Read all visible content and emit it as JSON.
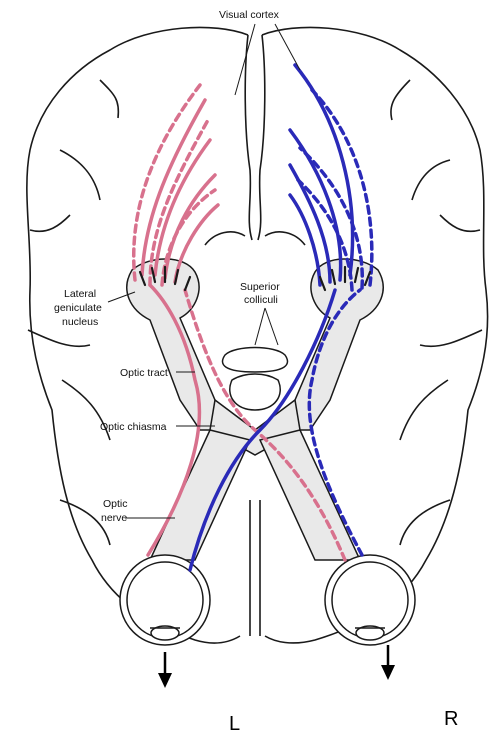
{
  "labels": {
    "visual_cortex": "Visual cortex",
    "superior_colliculi_1": "Superior",
    "superior_colliculi_2": "colliculi",
    "lgn_1": "Lateral",
    "lgn_2": "geniculate",
    "lgn_3": "nucleus",
    "optic_tract": "Optic tract",
    "optic_chiasma": "Optic chiasma",
    "optic_nerve_1": "Optic",
    "optic_nerve_2": "nerve",
    "left": "L",
    "right": "R"
  },
  "colors": {
    "left_eye_pathway": "#d8718d",
    "right_eye_pathway": "#2a2ab8",
    "outline": "#1a1a1a",
    "tract_fill": "#e9e9e9"
  }
}
